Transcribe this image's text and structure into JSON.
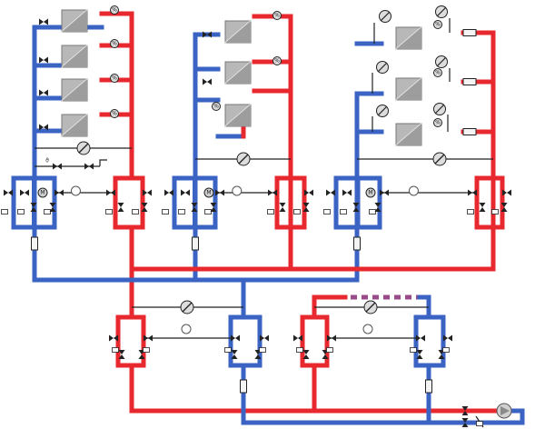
{
  "diagram": {
    "type": "hydraulic-heating-schematic",
    "colors": {
      "supply": "#e8282f",
      "return": "#3a63c4",
      "pipe_outline": "#222222",
      "radiator_fill": "#b8b8b8",
      "instrument_fill": "#dddddd"
    },
    "symbols": {
      "thermostatic_valve": "%",
      "motorized_valve": "M",
      "temperature_sensor": "ϑ"
    },
    "zones": [
      {
        "id": "zone-1",
        "radiators": 4,
        "bypass_regulator": true,
        "outdoor_sensor": true
      },
      {
        "id": "zone-2",
        "radiators": 3,
        "bypass_regulator": true,
        "outdoor_sensor": false
      },
      {
        "id": "zone-3",
        "radiators": 3,
        "bypass_regulator": true,
        "outdoor_sensor": false
      }
    ],
    "primary": {
      "mixing_groups": 2,
      "circulation_pump": true
    }
  }
}
